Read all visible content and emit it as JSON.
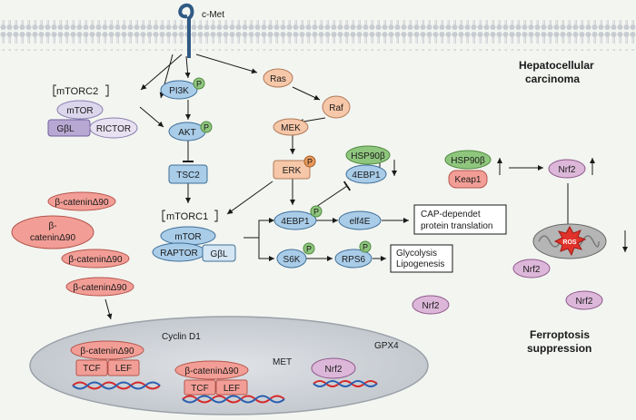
{
  "receptor": "c-Met",
  "title": {
    "line1": "Hepatocellular",
    "line2": "carcinoma"
  },
  "mtorc2": {
    "label": "mTORC2",
    "mtor": "mTOR",
    "gbl": "GβL",
    "rictor": "RICTOR"
  },
  "mtorc1": {
    "label": "mTORC1",
    "mtor": "mTOR",
    "raptor": "RAPTOR",
    "gbl": "GβL"
  },
  "nodes": {
    "pi3k": "PI3K",
    "akt": "AKT",
    "tsc2": "TSC2",
    "ras": "Ras",
    "raf": "Raf",
    "mek": "MEK",
    "erk": "ERK",
    "hsp90b_1": "HSP90β",
    "ebp1_complex": "4EBP1",
    "hsp90b_2": "HSP90β",
    "keap1": "Keap1",
    "nrf2_top": "Nrf2",
    "ebp1": "4EBP1",
    "elf4e": "elf4E",
    "s6k": "S6K",
    "rps6": "RPS6",
    "ros": "ROS",
    "nrf2_a": "Nrf2",
    "nrf2_b": "Nrf2",
    "nrf2_c": "Nrf2"
  },
  "phospho": "P",
  "boxes": {
    "cap_line1": "CAP-dependet",
    "cap_line2": "protein translation",
    "gly_line1": "Glycolysis",
    "gly_line2": "Lipogenesis"
  },
  "beta": {
    "c1": "β-cateninΔ90",
    "c2_line1": "β-",
    "c2_line2": "cateninΔ90",
    "c3": "β-cateninΔ90",
    "c4": "β-cateninΔ90"
  },
  "nucleus": {
    "beta1": "β-cateninΔ90",
    "tcf1": "TCF",
    "lef1": "LEF",
    "gene1": "Cyclin D1",
    "beta2": "β-cateninΔ90",
    "tcf2": "TCF",
    "lef2": "LEF",
    "gene2": "MET",
    "nrf2": "Nrf2",
    "gene3": "GPX4"
  },
  "ferroptosis": {
    "line1": "Ferroptosis",
    "line2": "suppression"
  },
  "colors": {
    "blue": "#a9cce8",
    "red": "#f29e96",
    "pink": "#dcb7d9",
    "green": "#8fc67e",
    "peach": "#f6c7a8",
    "purple": "#b7a8d3",
    "lavender": "#dcd6ec"
  }
}
